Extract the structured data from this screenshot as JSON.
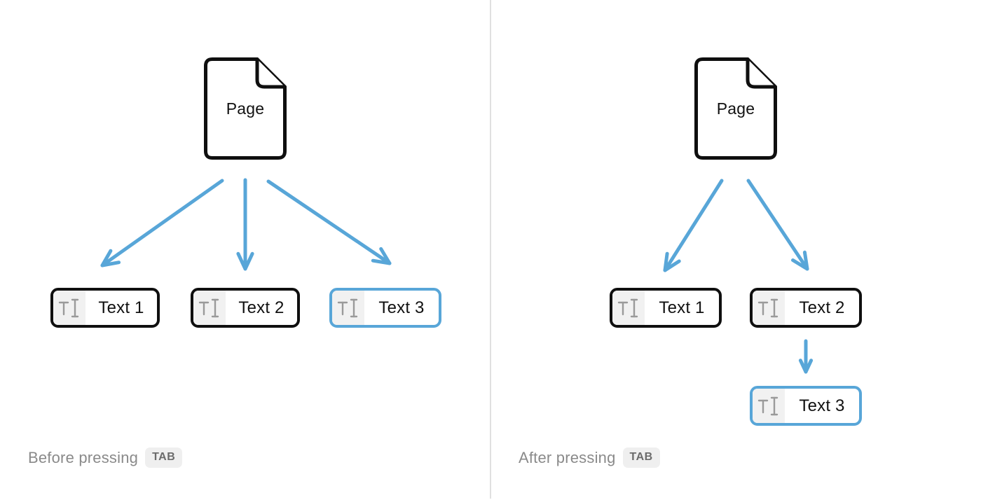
{
  "panels": [
    {
      "caption": "Before pressing",
      "key_label": "TAB",
      "page_label": "Page",
      "blocks": [
        {
          "label": "Text 1",
          "highlighted": false
        },
        {
          "label": "Text 2",
          "highlighted": false
        },
        {
          "label": "Text 3",
          "highlighted": true
        }
      ]
    },
    {
      "caption": "After pressing",
      "key_label": "TAB",
      "page_label": "Page",
      "blocks": [
        {
          "label": "Text 1",
          "highlighted": false
        },
        {
          "label": "Text 2",
          "highlighted": false
        },
        {
          "label": "Text 3",
          "highlighted": true
        }
      ]
    }
  ],
  "icons": {
    "block_icon": "text-block-icon",
    "page_icon": "page-document-icon"
  },
  "colors": {
    "background": "#ffffff",
    "arrow_blue": "#58a6d8",
    "highlight_blue": "#58a6d8",
    "box_border": "#0f0f0f",
    "label_black": "#111111",
    "icon_gray": "#9a9a9a",
    "icon_bg": "#f1f1f1",
    "caption_gray": "#8a8a8a",
    "pill_bg": "#efefef",
    "pill_text": "#6b6b6b",
    "divider": "#e0e0e0"
  }
}
